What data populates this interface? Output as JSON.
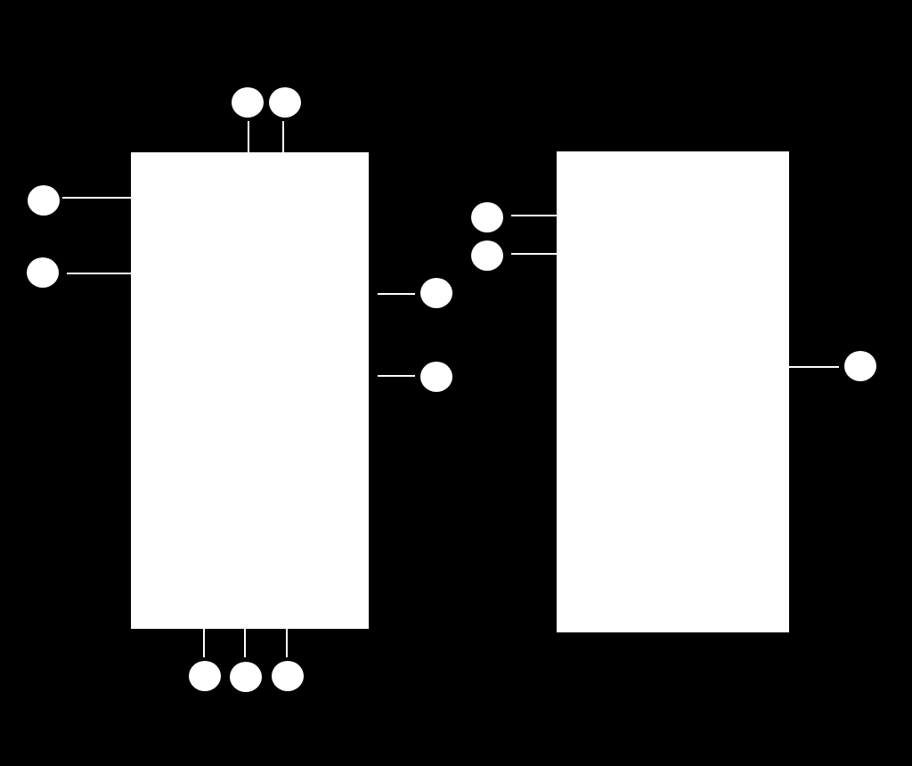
{
  "colors": {
    "background": "#000000",
    "block_fill": "#ffffff",
    "connector": "#ffffff",
    "node_fill": "#ffffff"
  },
  "blocks": [
    {
      "id": "left-block",
      "ports": {
        "top": [
          "top-1",
          "top-2"
        ],
        "left": [
          "left-1",
          "left-2"
        ],
        "right": [
          "right-1",
          "right-2"
        ],
        "bottom": [
          "bottom-1",
          "bottom-2",
          "bottom-3"
        ]
      }
    },
    {
      "id": "right-block",
      "ports": {
        "left": [
          "left-1",
          "left-2"
        ],
        "right": [
          "right-1"
        ]
      }
    }
  ]
}
